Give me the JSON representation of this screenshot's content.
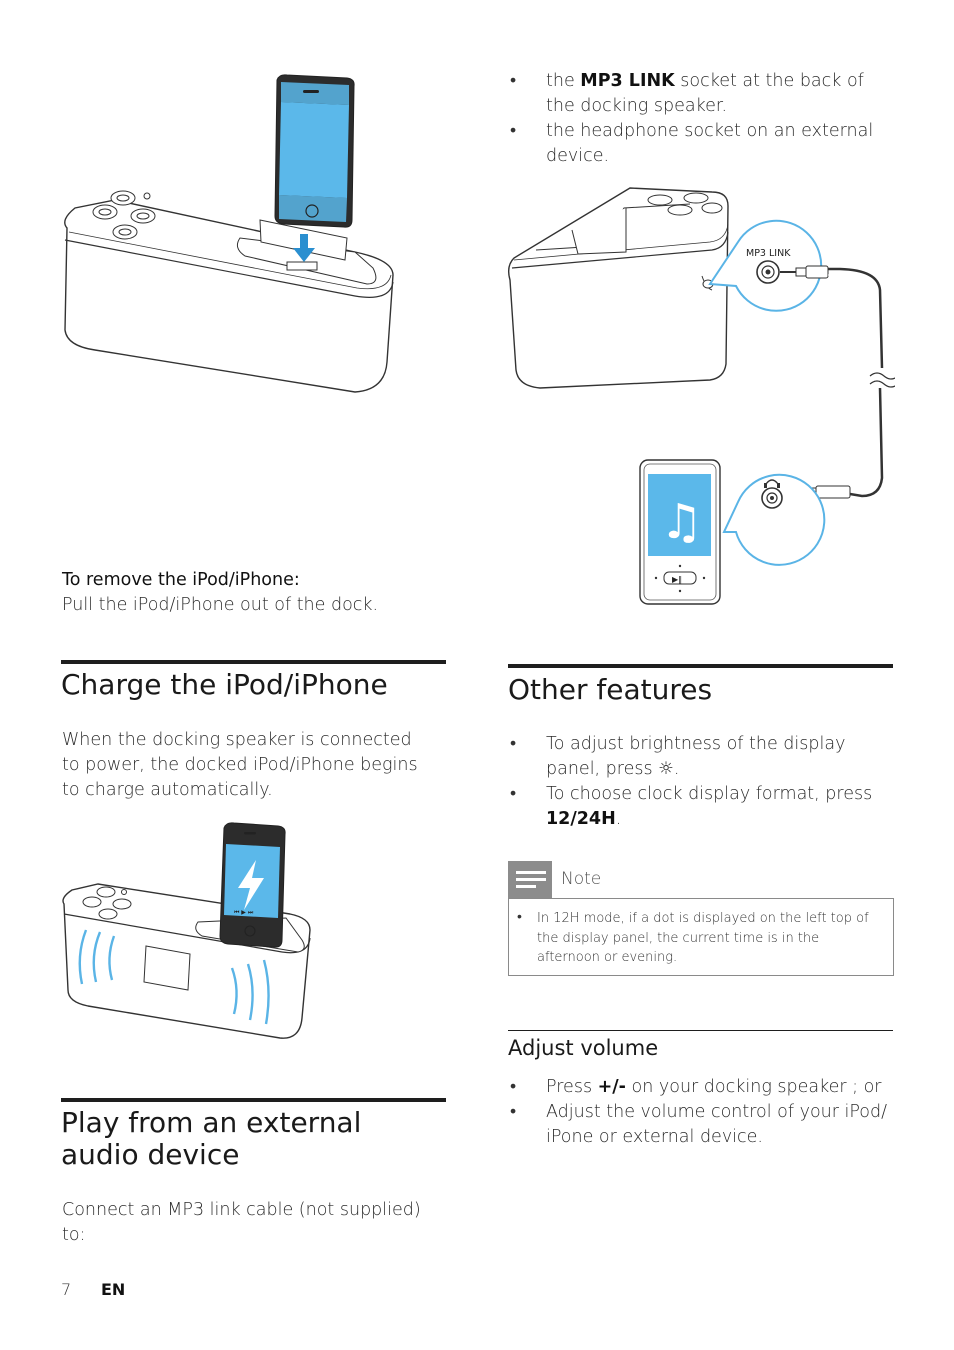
{
  "illustrations": {
    "mp3_link_label": "MP3 LINK"
  },
  "remove": {
    "heading": "To remove the iPod/iPhone:",
    "text": "Pull the iPod/iPhone out of the dock."
  },
  "charge": {
    "title": "Charge the iPod/iPhone",
    "text": "When the docking speaker is connected to power, the docked iPod/iPhone begins to charge automatically."
  },
  "external": {
    "title": "Play from an external audio device",
    "text": "Connect an MP3 link cable (not supplied) to:",
    "bullets": [
      {
        "pre": "the ",
        "bold": "MP3 LINK",
        "post": " socket at the back of the docking speaker."
      },
      {
        "pre": "the headphone socket on an external device.",
        "bold": "",
        "post": ""
      }
    ]
  },
  "other": {
    "title": "Other features",
    "bullets": [
      {
        "pre": "To adjust brightness of the display panel, press ",
        "bold": "☼",
        "post": "."
      },
      {
        "pre": "To choose clock display format, press ",
        "bold": "12/24H",
        "post": "."
      }
    ]
  },
  "note": {
    "label": "Note",
    "text": "In 12H mode, if a dot is displayed on the left top of the display panel, the current time is in the afternoon or evening."
  },
  "volume": {
    "title": "Adjust volume",
    "bullets": [
      {
        "pre": "Press ",
        "bold": "+/-",
        "post": " on your docking speaker ; or"
      },
      {
        "pre": "Adjust the volume control of your iPod/ iPone or external device.",
        "bold": "",
        "post": ""
      }
    ]
  },
  "footer": {
    "page_number": "7",
    "language": "EN"
  },
  "colors": {
    "screen_blue": "#5bb8ea",
    "ring_blue": "#5ab4e6",
    "arrow_blue": "#2a8fd0",
    "rule_dark": "#1e1e1e"
  }
}
